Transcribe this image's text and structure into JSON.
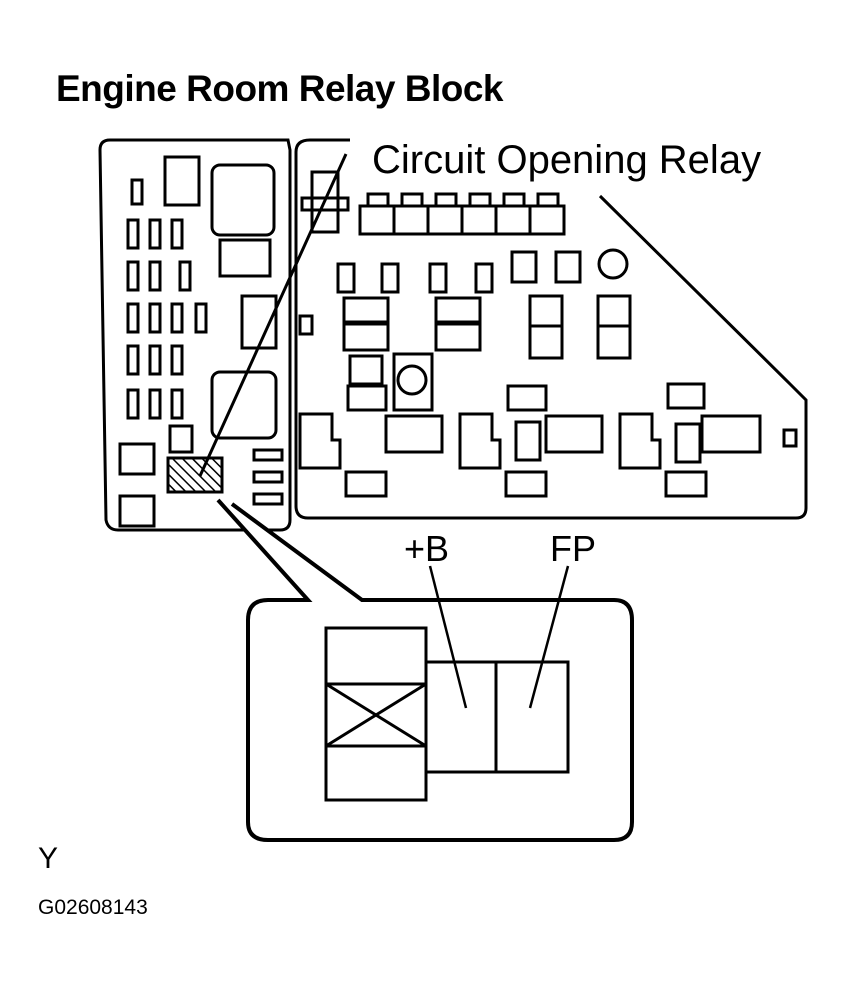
{
  "title": "Engine Room Relay Block",
  "callout_label": "Circuit Opening Relay",
  "terminals": {
    "battery": "+B",
    "fuel_pump": "FP"
  },
  "view_letter": "Y",
  "figure_code": "G02608143",
  "colors": {
    "ink": "#000000",
    "paper": "#ffffff"
  }
}
